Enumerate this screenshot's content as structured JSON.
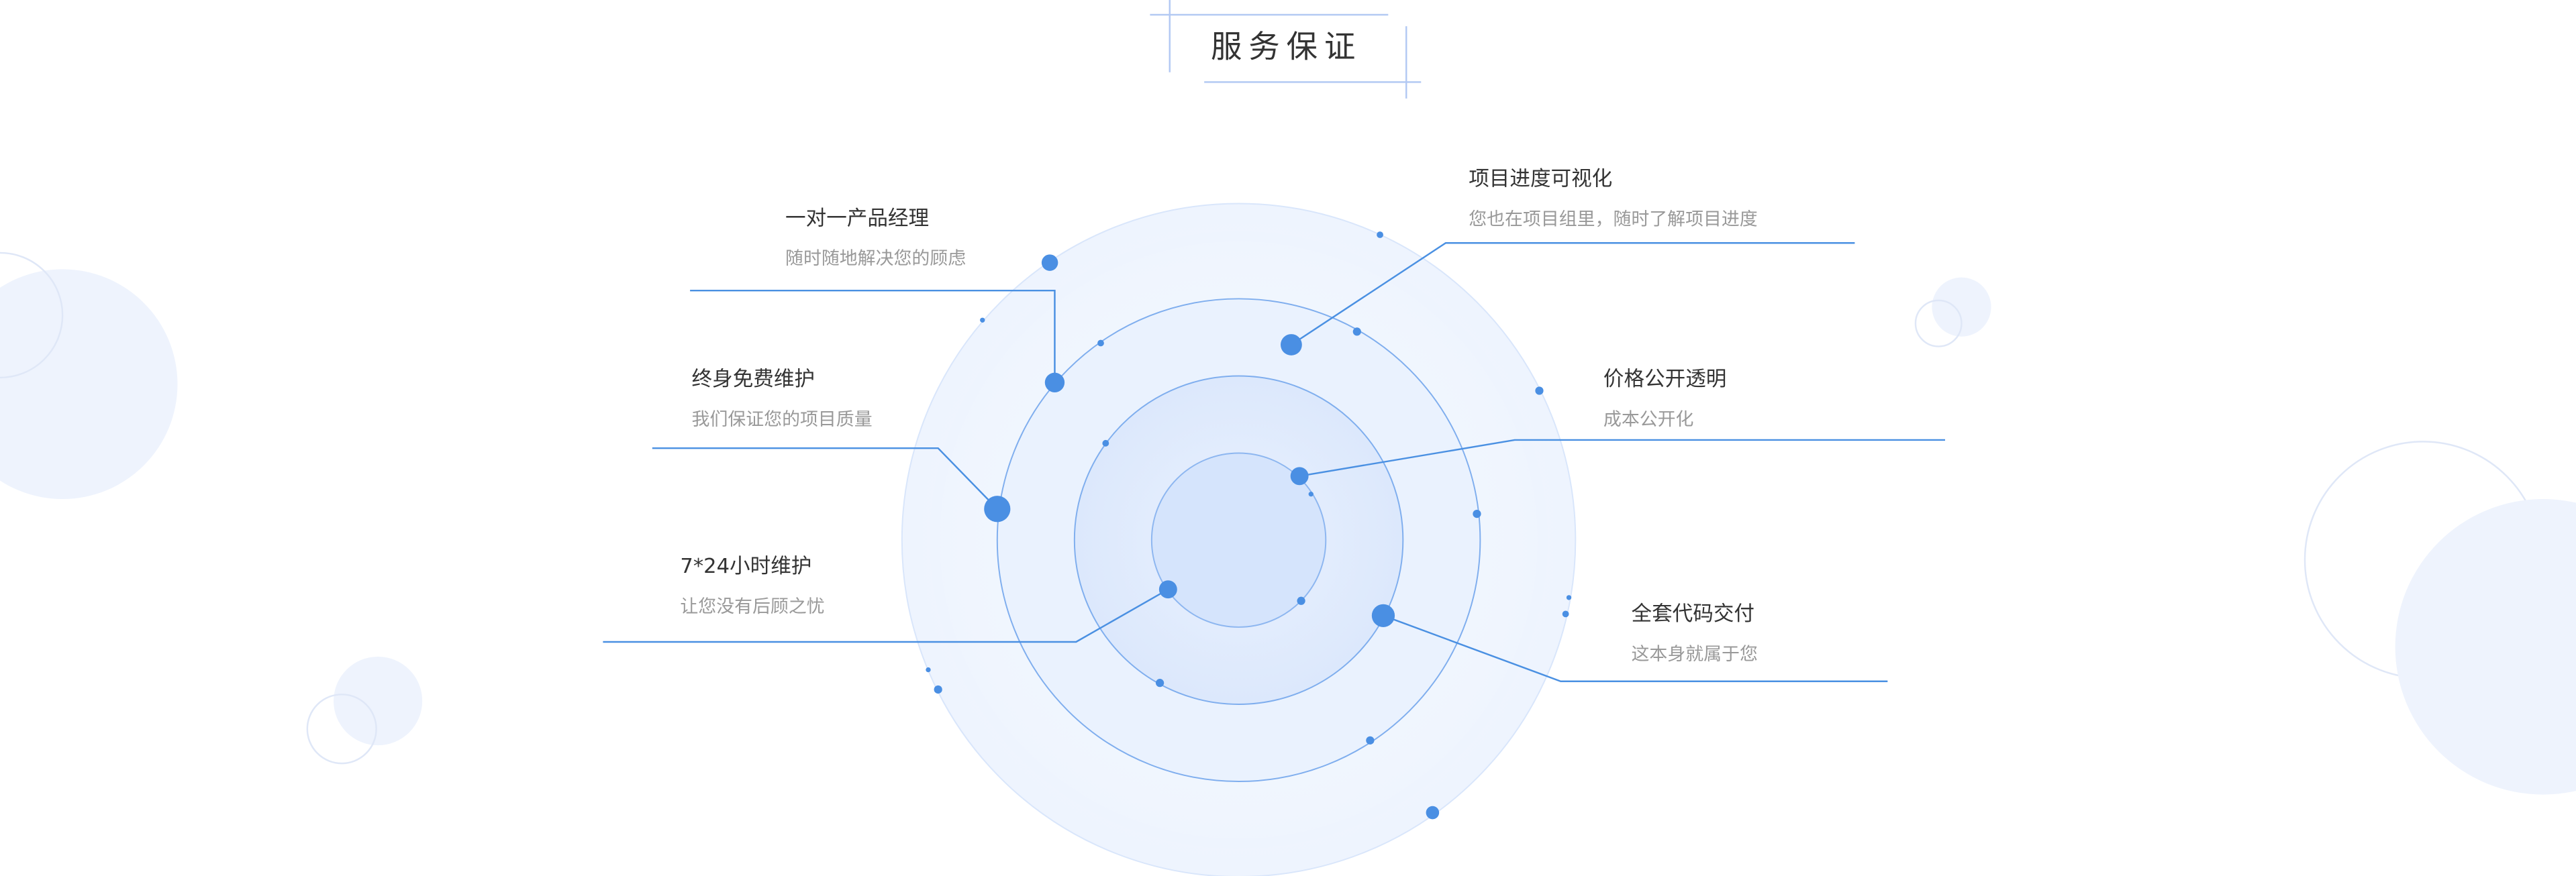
{
  "title": "服务保证",
  "features": [
    {
      "title": "一对一产品经理",
      "subtitle": "随时随地解决您的顾虑"
    },
    {
      "title": "终身免费维护",
      "subtitle": "我们保证您的项目质量"
    },
    {
      "title": "7*24小时维护",
      "subtitle": "让您没有后顾之忧"
    },
    {
      "title": "项目进度可视化",
      "subtitle": "您也在项目组里，随时了解项目进度"
    },
    {
      "title": "价格公开透明",
      "subtitle": "成本公开化"
    },
    {
      "title": "全套代码交付",
      "subtitle": "这本身就属于您"
    }
  ],
  "colors": {
    "accent": "#4a8fe3",
    "ring": "#dbe8fb",
    "deco": "#eef3fd"
  }
}
